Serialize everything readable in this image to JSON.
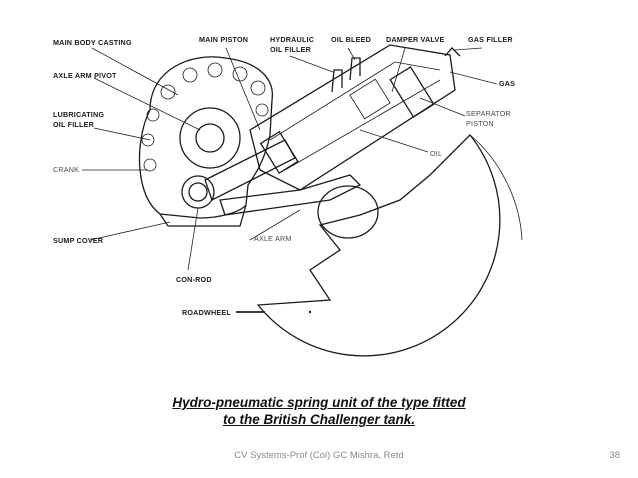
{
  "diagram": {
    "labels": {
      "main_body_casting": "MAIN BODY CASTING",
      "main_piston": "MAIN PISTON",
      "hydraulic_oil_filler_1": "HYDRAULIC",
      "hydraulic_oil_filler_2": "OIL FILLER",
      "oil_bleed": "OIL BLEED",
      "damper_valve": "DAMPER VALVE",
      "gas_filler": "GAS FILLER",
      "gas": "GAS",
      "separator_piston_1": "SEPARATOR",
      "separator_piston_2": "PISTON",
      "axle_arm_pivot": "AXLE ARM PIVOT",
      "lubricating_oil_filler_1": "LUBRICATING",
      "lubricating_oil_filler_2": "OIL FILLER",
      "crank": "CRANK",
      "oil": "OIL",
      "sump_cover": "SUMP COVER",
      "axle_arm": "AXLE ARM",
      "con_rod": "CON-ROD",
      "roadwheel": "ROADWHEEL"
    }
  },
  "caption": {
    "line1": "Hydro-pneumatic spring unit of the type fitted",
    "line2": "to the British Challenger tank."
  },
  "footer": {
    "text": "CV Systems-Prof (Col) GC Mishra, Retd",
    "slide_number": "38"
  }
}
